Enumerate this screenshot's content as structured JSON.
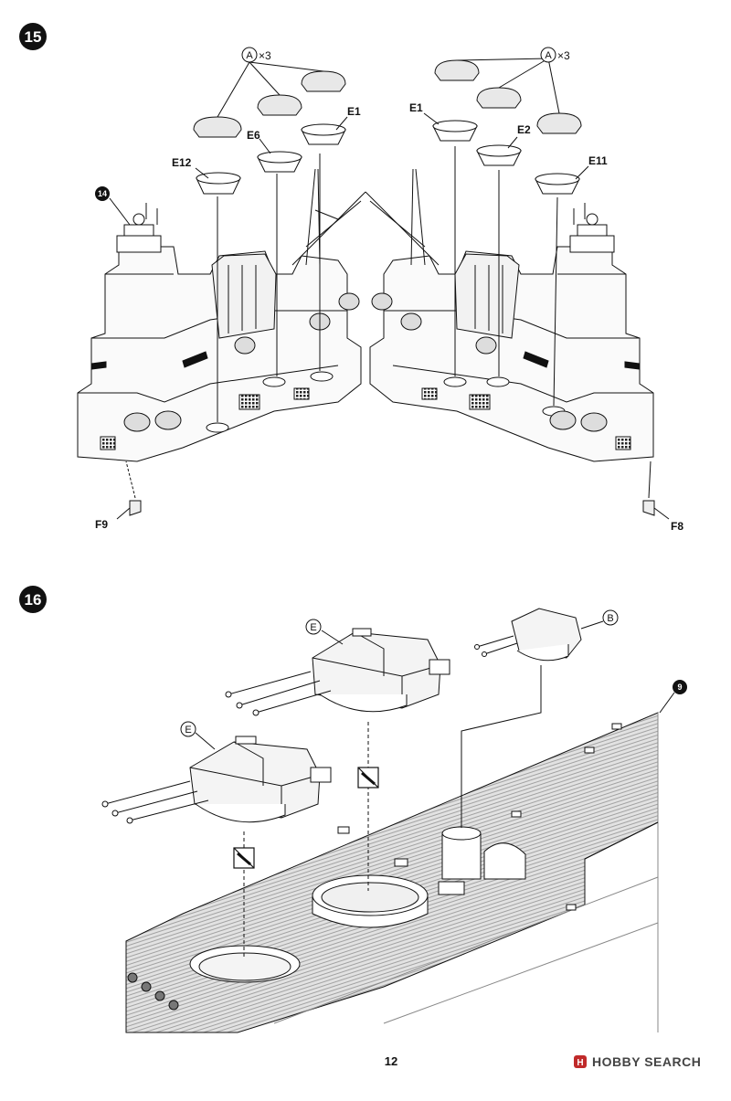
{
  "steps": {
    "step15": {
      "number": "15"
    },
    "step16": {
      "number": "16"
    }
  },
  "refs": {
    "ref14": "14",
    "ref9": "9"
  },
  "step15_left": {
    "group": {
      "letter": "A",
      "multiplier": "×3"
    },
    "parts": {
      "e1": "E1",
      "e6": "E6",
      "e12": "E12",
      "f9": "F9"
    }
  },
  "step15_right": {
    "group": {
      "letter": "A",
      "multiplier": "×3"
    },
    "parts": {
      "e1": "E1",
      "e2": "E2",
      "e11": "E11",
      "f8": "F8"
    }
  },
  "step16": {
    "turret_upper": {
      "letter": "E"
    },
    "turret_lower": {
      "letter": "E"
    },
    "turret_small": {
      "letter": "B"
    }
  },
  "page": {
    "number": "12"
  },
  "watermark": {
    "brand": "HOBBY SEARCH"
  },
  "colors": {
    "ink": "#111111",
    "deck": "#d9d9d9",
    "paper": "#ffffff"
  }
}
